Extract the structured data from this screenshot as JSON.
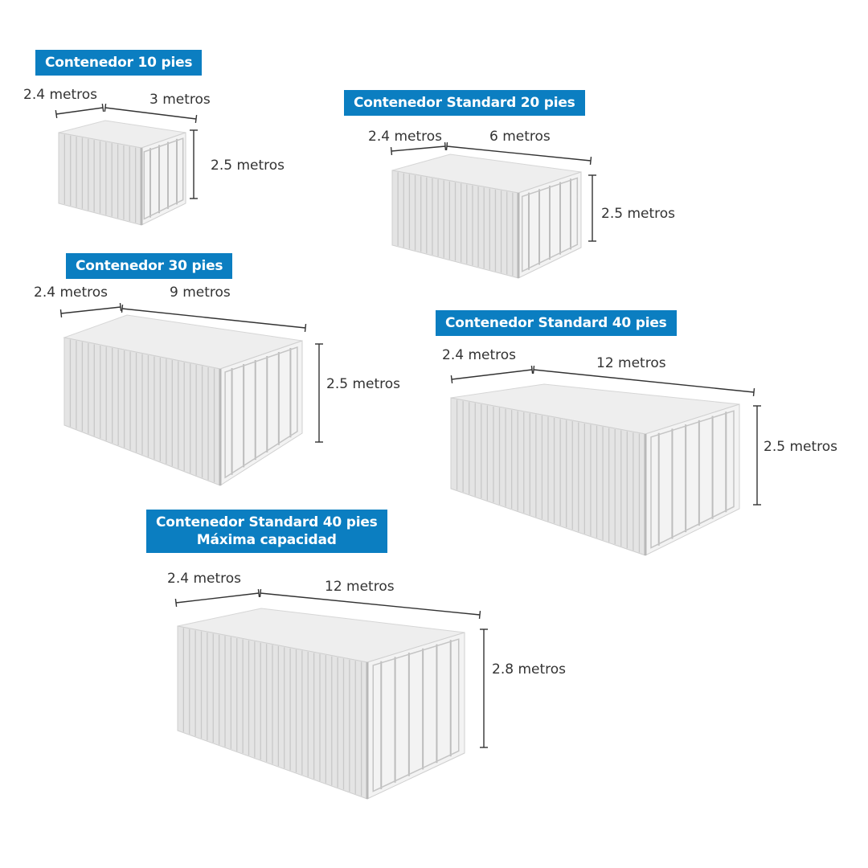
{
  "containers": [
    {
      "id": "c10",
      "title": "Contenedor 10 pies",
      "subtitle": "",
      "width": "2.4 metros",
      "length": "3 metros",
      "height": "2.5 metros"
    },
    {
      "id": "c20",
      "title": "Contenedor Standard 20 pies",
      "subtitle": "",
      "width": "2.4 metros",
      "length": "6 metros",
      "height": "2.5 metros"
    },
    {
      "id": "c30",
      "title": "Contenedor 30 pies",
      "subtitle": "",
      "width": "2.4 metros",
      "length": "9 metros",
      "height": "2.5 metros"
    },
    {
      "id": "c40",
      "title": "Contenedor Standard 40 pies",
      "subtitle": "",
      "width": "2.4 metros",
      "length": "12 metros",
      "height": "2.5 metros"
    },
    {
      "id": "c40hc",
      "title": "Contenedor Standard 40 pies",
      "subtitle": "Máxima capacidad",
      "width": "2.4 metros",
      "length": "12 metros",
      "height": "2.8 metros"
    }
  ],
  "colors": {
    "title_bg": "#0b7ec1",
    "title_text": "#ffffff",
    "label_text": "#333333",
    "container_top": "#eeeeee",
    "container_side": "#e4e4e4",
    "container_front": "#f3f3f3",
    "rib_line": "#c8c8c8",
    "dim_line": "#333333"
  }
}
